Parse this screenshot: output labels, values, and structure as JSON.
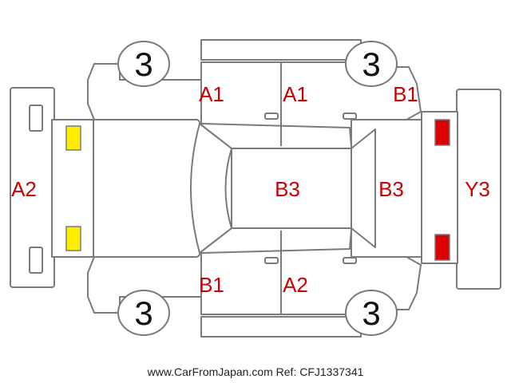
{
  "colors": {
    "outline": "#7a7a7a",
    "damage_code": "#cc0000",
    "front_lamp": "#ffee00",
    "rear_lamp": "#dd0000"
  },
  "wheels": [
    {
      "id": "front-left",
      "label": "3"
    },
    {
      "id": "rear-left",
      "label": "3"
    },
    {
      "id": "front-right",
      "label": "3"
    },
    {
      "id": "rear-right",
      "label": "3"
    }
  ],
  "damage_codes": {
    "front_bumper": "A2",
    "upper_front_door": "A1",
    "upper_rear_door": "A1",
    "upper_rear_quarter": "B1",
    "roof": "B3",
    "rear_glass": "B3",
    "rear_bumper": "Y3",
    "lower_front_door": "B1",
    "lower_rear_door": "A2"
  },
  "footer": {
    "site": "www.CarFromJapan.com",
    "ref": "Ref: CFJ1337341"
  }
}
